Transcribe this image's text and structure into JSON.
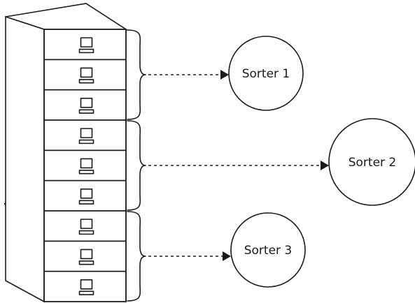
{
  "cabinet": {
    "drawer_count": 9
  },
  "sorters": [
    {
      "label": "Sorter 1",
      "drawers": [
        1,
        2,
        3
      ]
    },
    {
      "label": "Sorter 2",
      "drawers": [
        4,
        5,
        6
      ]
    },
    {
      "label": "Sorter 3",
      "drawers": [
        7,
        8,
        9
      ]
    }
  ],
  "colors": {
    "ink": "#1a1a1a",
    "background": "#ffffff"
  }
}
